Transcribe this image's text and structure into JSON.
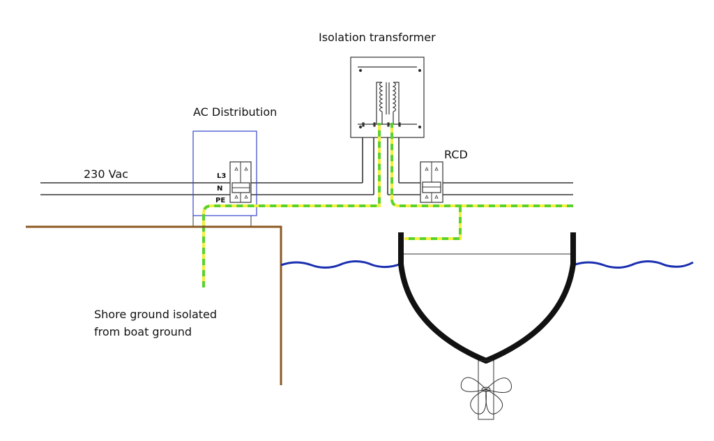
{
  "labels": {
    "transformer": "Isolation transformer",
    "distribution": "AC Distribution",
    "voltage": "230 Vac",
    "rcd": "RCD",
    "shore_line1": "Shore ground isolated",
    "shore_line2": "from boat ground",
    "l3": "L3",
    "n": "N",
    "pe": "PE"
  },
  "colors": {
    "earth_yellow": "#f2f03c",
    "earth_green": "#5bd12c",
    "shore": "#8b5a22",
    "water": "#1a2fb0",
    "box": "#3344cc",
    "hull": "#111111"
  }
}
